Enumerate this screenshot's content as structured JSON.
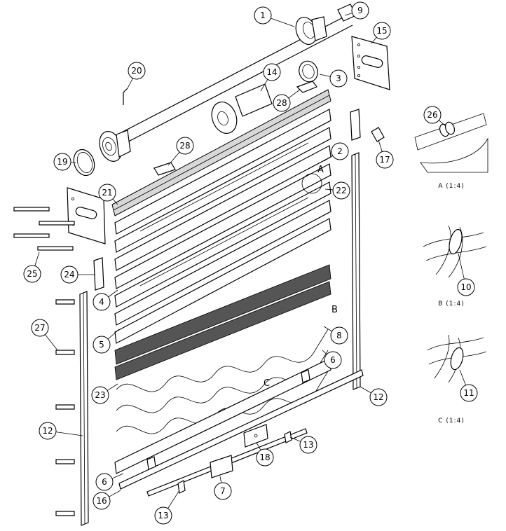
{
  "callouts": [
    {
      "id": "c1",
      "num": "1"
    },
    {
      "id": "c2",
      "num": "2"
    },
    {
      "id": "c3",
      "num": "3"
    },
    {
      "id": "c4",
      "num": "4"
    },
    {
      "id": "c5",
      "num": "5"
    },
    {
      "id": "c6a",
      "num": "6"
    },
    {
      "id": "c6b",
      "num": "6"
    },
    {
      "id": "c7",
      "num": "7"
    },
    {
      "id": "c8",
      "num": "8"
    },
    {
      "id": "c9",
      "num": "9"
    },
    {
      "id": "c10",
      "num": "10"
    },
    {
      "id": "c11",
      "num": "11"
    },
    {
      "id": "c12a",
      "num": "12"
    },
    {
      "id": "c12b",
      "num": "12"
    },
    {
      "id": "c13a",
      "num": "13"
    },
    {
      "id": "c13b",
      "num": "13"
    },
    {
      "id": "c14",
      "num": "14"
    },
    {
      "id": "c15",
      "num": "15"
    },
    {
      "id": "c16",
      "num": "16"
    },
    {
      "id": "c17",
      "num": "17"
    },
    {
      "id": "c18",
      "num": "18"
    },
    {
      "id": "c19",
      "num": "19"
    },
    {
      "id": "c20",
      "num": "20"
    },
    {
      "id": "c21",
      "num": "21"
    },
    {
      "id": "c22",
      "num": "22"
    },
    {
      "id": "c23",
      "num": "23"
    },
    {
      "id": "c24",
      "num": "24"
    },
    {
      "id": "c25",
      "num": "25"
    },
    {
      "id": "c26",
      "num": "26"
    },
    {
      "id": "c27",
      "num": "27"
    },
    {
      "id": "c28a",
      "num": "28"
    },
    {
      "id": "c28b",
      "num": "28"
    }
  ],
  "detail_letters": {
    "a": "A",
    "b": "B",
    "c": "C"
  },
  "detail_captions": {
    "a": "A (1:4)",
    "b": "B (1:4)",
    "c": "C (1:4)"
  }
}
